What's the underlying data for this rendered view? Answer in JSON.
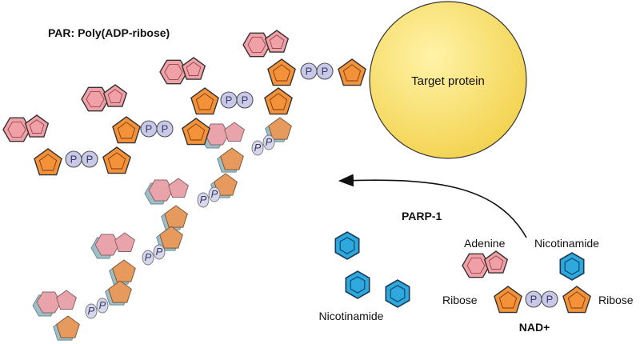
{
  "title": "PAR: Poly(ADP-ribose)",
  "target_label": "Target protein",
  "enzyme_label": "PARP-1",
  "product_label": "Nicotinamide",
  "nad": {
    "name": "NAD+",
    "adenine": "Adenine",
    "nicotinamide": "Nicotinamide",
    "ribose_left": "Ribose",
    "ribose_right": "Ribose"
  },
  "phosphate_symbol": "P",
  "colors": {
    "ribose": "#F4923A",
    "adenine": "#F2A0A8",
    "nicotinamide": "#2EA8DD",
    "phosphate": "#C8C8E8",
    "protein": "#F7DE62",
    "ghost_ribose": "#E69A5E",
    "ghost_adenine": "#E8A3AB",
    "ghost_side": "#9DBFC8"
  },
  "icons": [
    "adenine-ring-icon",
    "ribose-pentagon-icon",
    "phosphate-circle-icon",
    "nicotinamide-hexagon-icon",
    "reaction-arrow-icon",
    "target-protein-icon"
  ]
}
